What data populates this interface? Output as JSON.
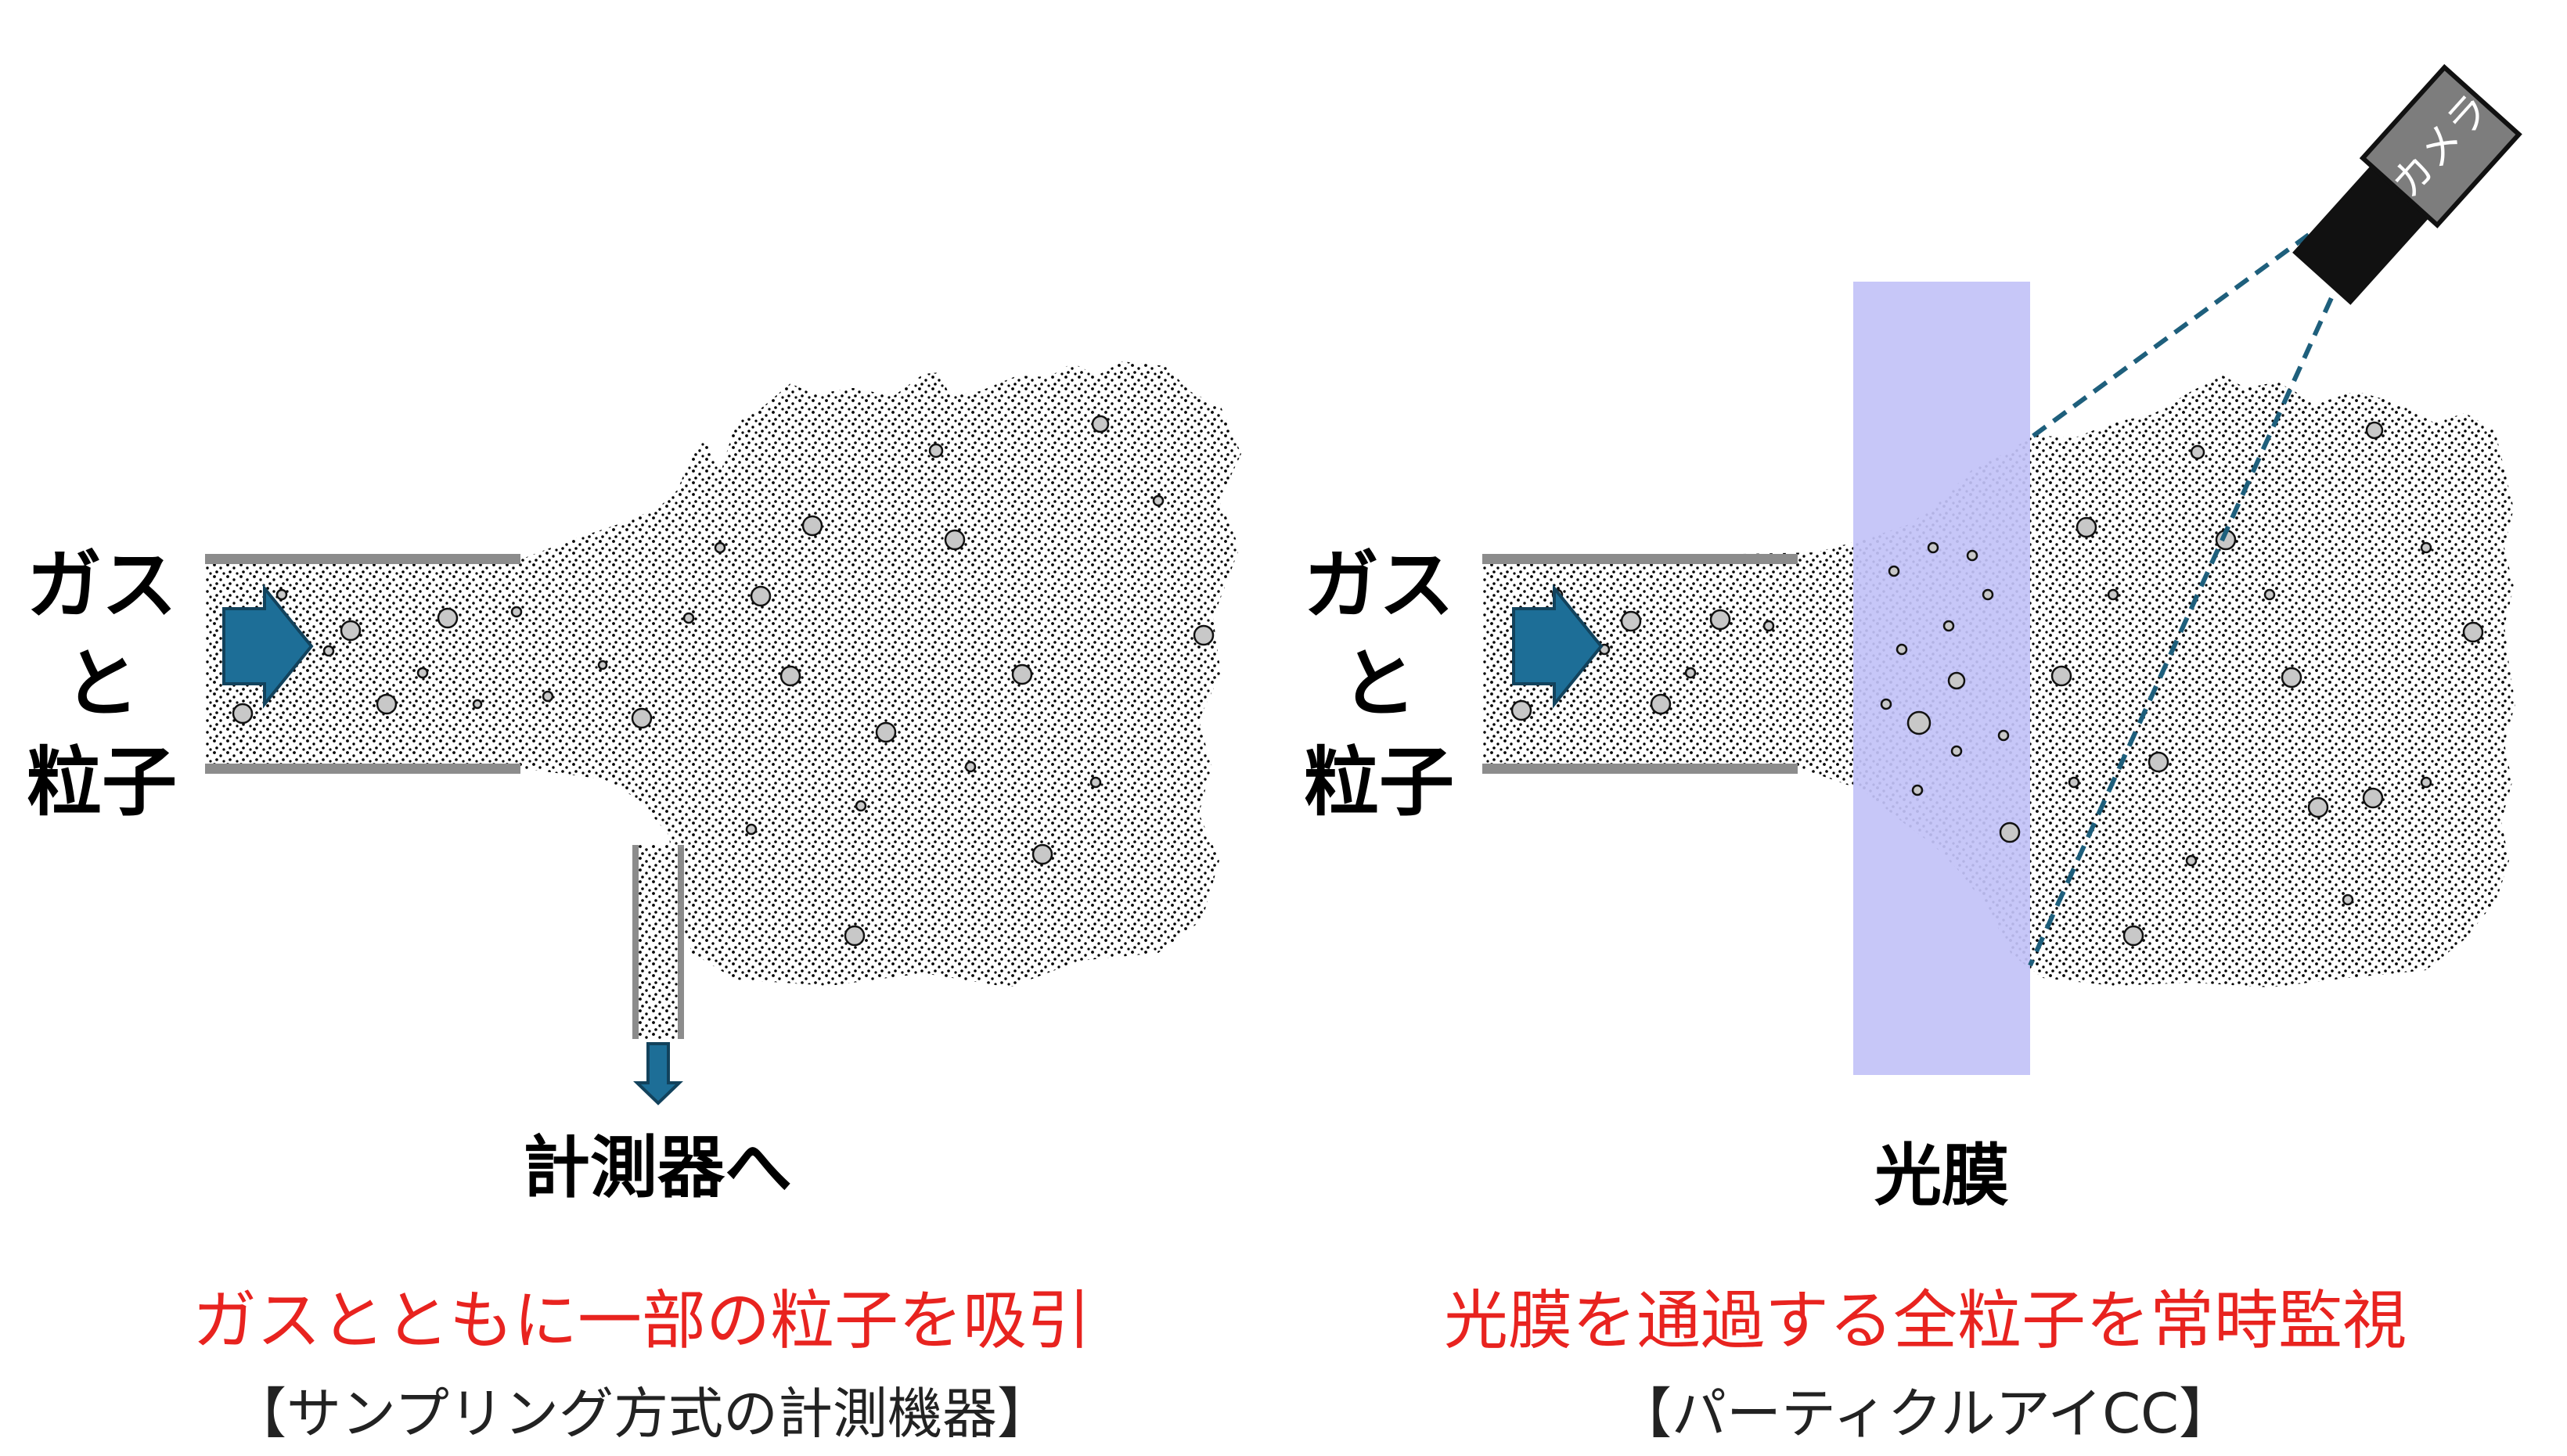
{
  "left_panel": {
    "side_label": [
      "ガス",
      "と",
      "粒子"
    ],
    "outlet_label": "計測器へ",
    "caption": "ガスとともに一部の粒子を吸引",
    "subcaption": "【サンプリング方式の計測機器】"
  },
  "right_panel": {
    "side_label": [
      "ガス",
      "と",
      "粒子"
    ],
    "membrane_label": "光膜",
    "camera_label": "カメラ",
    "caption": "光膜を通過する全粒子を常時監視",
    "subcaption": "【パーティクルアイCC】"
  },
  "colors": {
    "arrow": "#1d6e97",
    "arrow_stroke": "#12425c",
    "pipe": "#8c8c8c",
    "membrane": "#c2c2f7",
    "camera_body": "#111111",
    "camera_label_box": "#7d7d7d",
    "sight_line": "#1e5f7c",
    "caption_red": "#e8231f",
    "particle_fill": "#c8c8c8"
  }
}
